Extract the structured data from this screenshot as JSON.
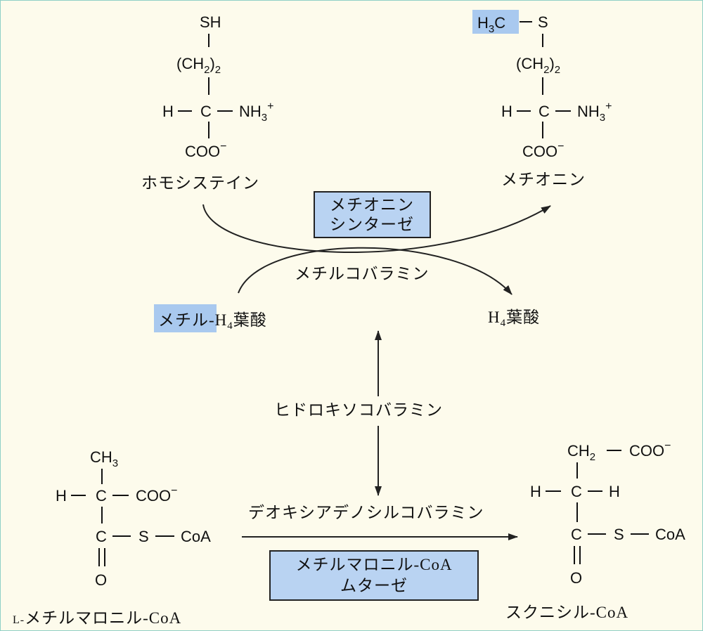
{
  "homocysteine": {
    "sh": "SH",
    "ch2": "(CH",
    "ch2_sub": "2",
    "ch2_close": ")",
    "ch2_count": "2",
    "h": "H",
    "c": "C",
    "nh3": "NH",
    "nh3_sub": "3",
    "nh3_charge": "+",
    "coo": "COO",
    "coo_charge": "−",
    "name": "ホモシステイン"
  },
  "methionine": {
    "h3c": "H",
    "h3c_sub": "3",
    "h3c_c": "C",
    "s": "S",
    "ch2": "(CH",
    "ch2_sub": "2",
    "ch2_close": ")",
    "ch2_count": "2",
    "h": "H",
    "c": "C",
    "nh3": "NH",
    "nh3_sub": "3",
    "nh3_charge": "+",
    "coo": "COO",
    "coo_charge": "−",
    "name": "メチオニン"
  },
  "enzyme1": {
    "line1": "メチオニン",
    "line2": "シンターゼ"
  },
  "cofactor1": "メチルコバラミン",
  "methyl_h4": {
    "methyl": "メチル",
    "prefix": "-H",
    "sub": "4",
    "suffix": "葉酸"
  },
  "h4": {
    "prefix": "H",
    "sub": "4",
    "suffix": "葉酸"
  },
  "cofactor2": "ヒドロキソコバラミン",
  "cofactor3": "デオキシアデノシルコバラミン",
  "methylmalonyl": {
    "ch3": "CH",
    "ch3_sub": "3",
    "h": "H",
    "c": "C",
    "coo": "COO",
    "coo_charge": "−",
    "c2": "C",
    "s": "S",
    "coa": "CoA",
    "o": "O",
    "name_prefix": "L-",
    "name": "メチルマロニル-CoA"
  },
  "succinyl": {
    "ch2": "CH",
    "ch2_sub": "2",
    "coo": "COO",
    "coo_charge": "−",
    "h": "H",
    "c": "C",
    "h2": "H",
    "c2": "C",
    "s": "S",
    "coa": "CoA",
    "o": "O",
    "name": "スクニシル-CoA"
  },
  "enzyme2": {
    "line1": "メチルマロニル-CoA",
    "line2": "ムターゼ"
  }
}
